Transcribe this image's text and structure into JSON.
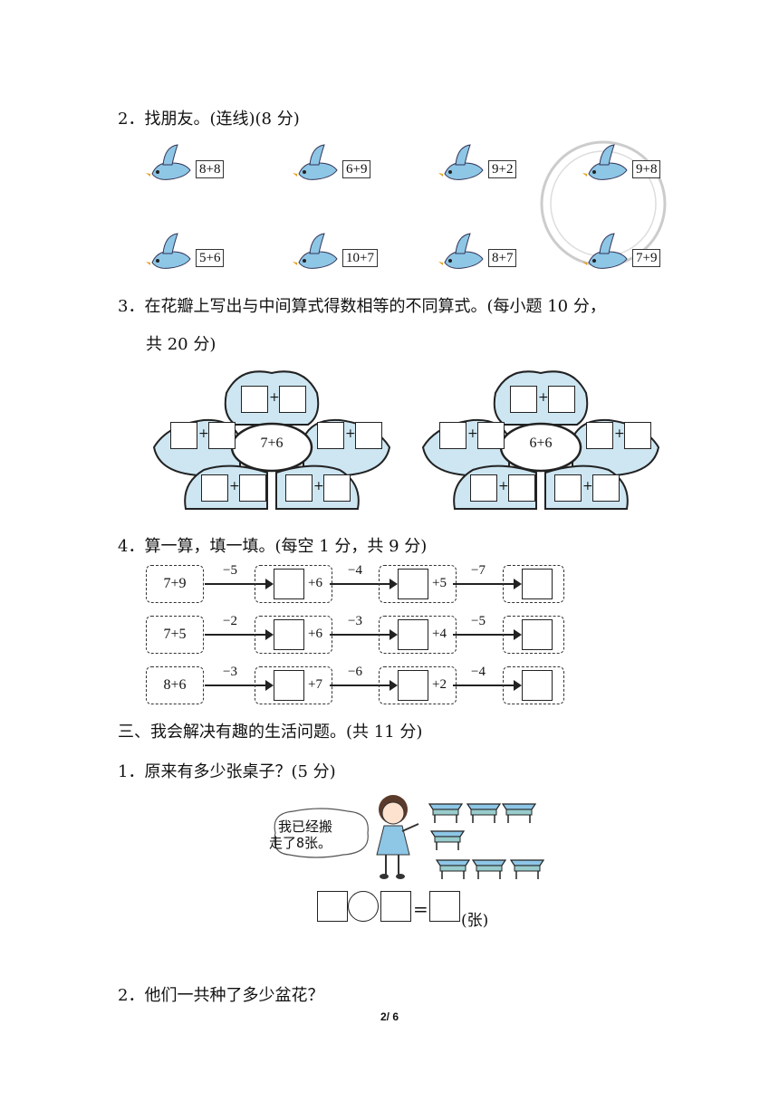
{
  "q2": {
    "title": "2．找朋友。(连线)(8 分)",
    "top_row": [
      "8+8",
      "6+9",
      "9+2",
      "9+8"
    ],
    "bottom_row": [
      "5+6",
      "10+7",
      "8+7",
      "7+9"
    ]
  },
  "q3": {
    "title_line1": "3．在花瓣上写出与中间算式得数相等的不同算式。(每小题 10 分，",
    "title_line2": "共 20 分)",
    "flowers": [
      "7+6",
      "6+6"
    ],
    "plus": "+"
  },
  "q4": {
    "title": "4．算一算，填一填。(每空 1 分，共 9 分)",
    "rows": [
      {
        "start": "7+9",
        "ops": [
          "−5",
          "−4",
          "−7"
        ],
        "mids": [
          "+6",
          "+5"
        ]
      },
      {
        "start": "7+5",
        "ops": [
          "−2",
          "−3",
          "−5"
        ],
        "mids": [
          "+6",
          "+4"
        ]
      },
      {
        "start": "8+6",
        "ops": [
          "−3",
          "−6",
          "−4"
        ],
        "mids": [
          "+7",
          "+2"
        ]
      }
    ]
  },
  "section3": {
    "title": "三、我会解决有趣的生活问题。(共 11 分)",
    "p1_title": "1．原来有多少张桌子？(5 分)",
    "speech_line1": "我已经搬",
    "speech_line2": "走了8张。",
    "equals": "=",
    "unit": "(张)",
    "p2_title": "2．他们一共种了多少盆花？"
  },
  "footer": {
    "page": "2/ 6"
  },
  "colors": {
    "petal": "#cde6f2",
    "bird": "#8ec6e6"
  }
}
